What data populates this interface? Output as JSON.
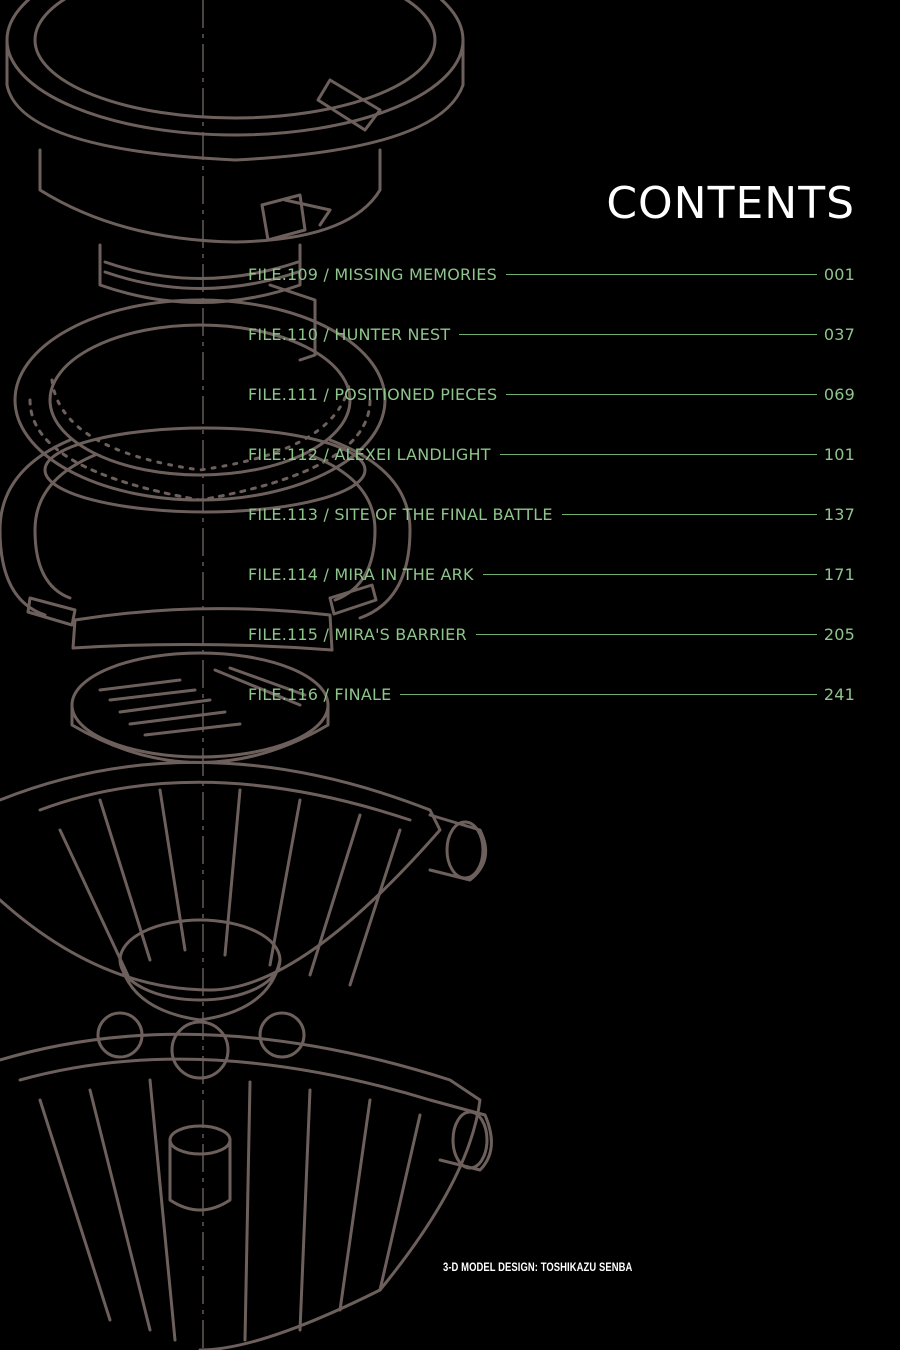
{
  "page": {
    "title": "CONTENTS",
    "credit": "3-D MODEL DESIGN: TOSHIKAZU SENBA"
  },
  "contents": [
    {
      "label": "FILE.109 / MISSING MEMORIES",
      "page": "001"
    },
    {
      "label": "FILE.110 / HUNTER NEST",
      "page": "037"
    },
    {
      "label": "FILE.111 / POSITIONED PIECES",
      "page": "069"
    },
    {
      "label": "FILE.112 / ALEXEI LANDLIGHT",
      "page": "101"
    },
    {
      "label": "FILE.113 / SITE OF THE FINAL BATTLE",
      "page": "137"
    },
    {
      "label": "FILE.114 / MIRA IN THE ARK",
      "page": "171"
    },
    {
      "label": "FILE.115 / MIRA'S BARRIER",
      "page": "205"
    },
    {
      "label": "FILE.116 / FINALE",
      "page": "241"
    }
  ],
  "colors": {
    "background": "#000000",
    "title": "#ffffff",
    "toc_text": "#8dc58a",
    "line_art": "#6d605c"
  }
}
